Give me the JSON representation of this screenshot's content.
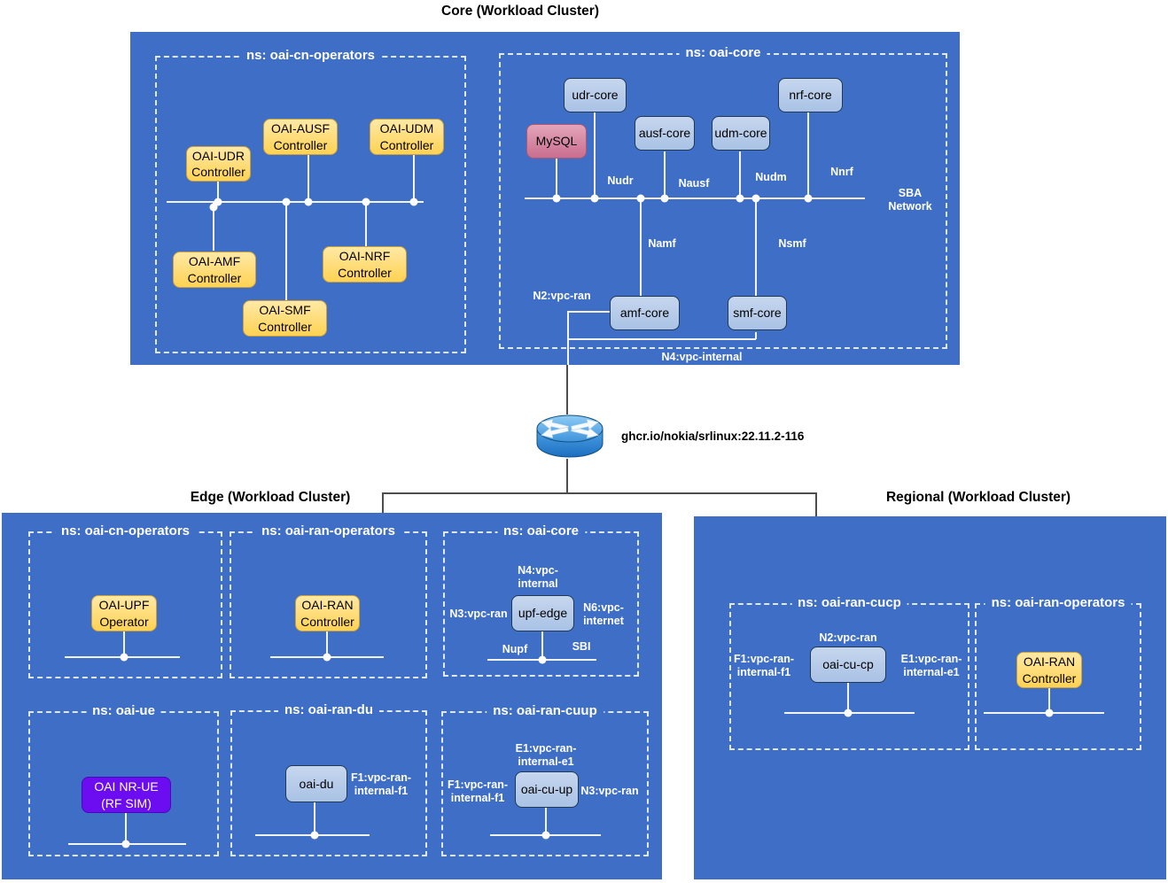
{
  "core": {
    "title": "Core (Workload Cluster)",
    "cn_operators": {
      "label": "ns: oai-cn-operators",
      "udr": "OAI-UDR\nController",
      "ausf": "OAI-AUSF\nController",
      "udm": "OAI-UDM\nController",
      "amf": "OAI-AMF\nController",
      "nrf": "OAI-NRF\nController",
      "smf": "OAI-SMF\nController"
    },
    "oai_core": {
      "label": "ns: oai-core",
      "mysql": "MySQL",
      "udr_core": "udr-core",
      "ausf_core": "ausf-core",
      "udm_core": "udm-core",
      "nrf_core": "nrf-core",
      "amf_core": "amf-core",
      "smf_core": "smf-core",
      "nudr": "Nudr",
      "nausf": "Nausf",
      "nudm": "Nudm",
      "nnrf": "Nnrf",
      "namf": "Namf",
      "nsmf": "Nsmf",
      "sba": "SBA\nNetwork",
      "n2": "N2:vpc-ran",
      "n4": "N4:vpc-internal"
    }
  },
  "router": {
    "image_label": "ghcr.io/nokia/srlinux:22.11.2-116"
  },
  "edge": {
    "title": "Edge (Workload Cluster)",
    "cn_operators": {
      "label": "ns: oai-cn-operators",
      "upf_operator": "OAI-UPF\nOperator"
    },
    "ran_operators": {
      "label": "ns: oai-ran-operators",
      "ran_controller": "OAI-RAN\nController"
    },
    "oai_core": {
      "label": "ns: oai-core",
      "upf_edge": "upf-edge",
      "n4": "N4:vpc-\ninternal",
      "n3": "N3:vpc-ran",
      "n6": "N6:vpc-\ninternet",
      "nupf": "Nupf",
      "sbi": "SBI"
    },
    "oai_ue": {
      "label": "ns: oai-ue",
      "nr_ue": "OAI NR-UE\n(RF SIM)"
    },
    "ran_du": {
      "label": "ns: oai-ran-du",
      "oai_du": "oai-du",
      "f1": "F1:vpc-ran-\ninternal-f1"
    },
    "ran_cuup": {
      "label": "ns: oai-ran-cuup",
      "oai_cu_up": "oai-cu-up",
      "e1": "E1:vpc-ran-\ninternal-e1",
      "f1": "F1:vpc-ran-\ninternal-f1",
      "n3": "N3:vpc-ran"
    }
  },
  "regional": {
    "title": "Regional (Workload Cluster)",
    "ran_cucp": {
      "label": "ns: oai-ran-cucp",
      "oai_cu_cp": "oai-cu-cp",
      "n2": "N2:vpc-ran",
      "f1": "F1:vpc-ran-\ninternal-f1",
      "e1": "E1:vpc-ran-\ninternal-e1"
    },
    "ran_operators": {
      "label": "ns: oai-ran-operators",
      "ran_controller": "OAI-RAN\nController"
    }
  },
  "colors": {
    "cluster_blue": "#3F6EC6",
    "node_blue": "#AFC7E8",
    "node_yellow": "#FFD966",
    "node_pink": "#D9829E",
    "node_purple": "#6C0CF0",
    "line_white": "#F1F4F9",
    "line_dark": "#4D4D4D"
  }
}
